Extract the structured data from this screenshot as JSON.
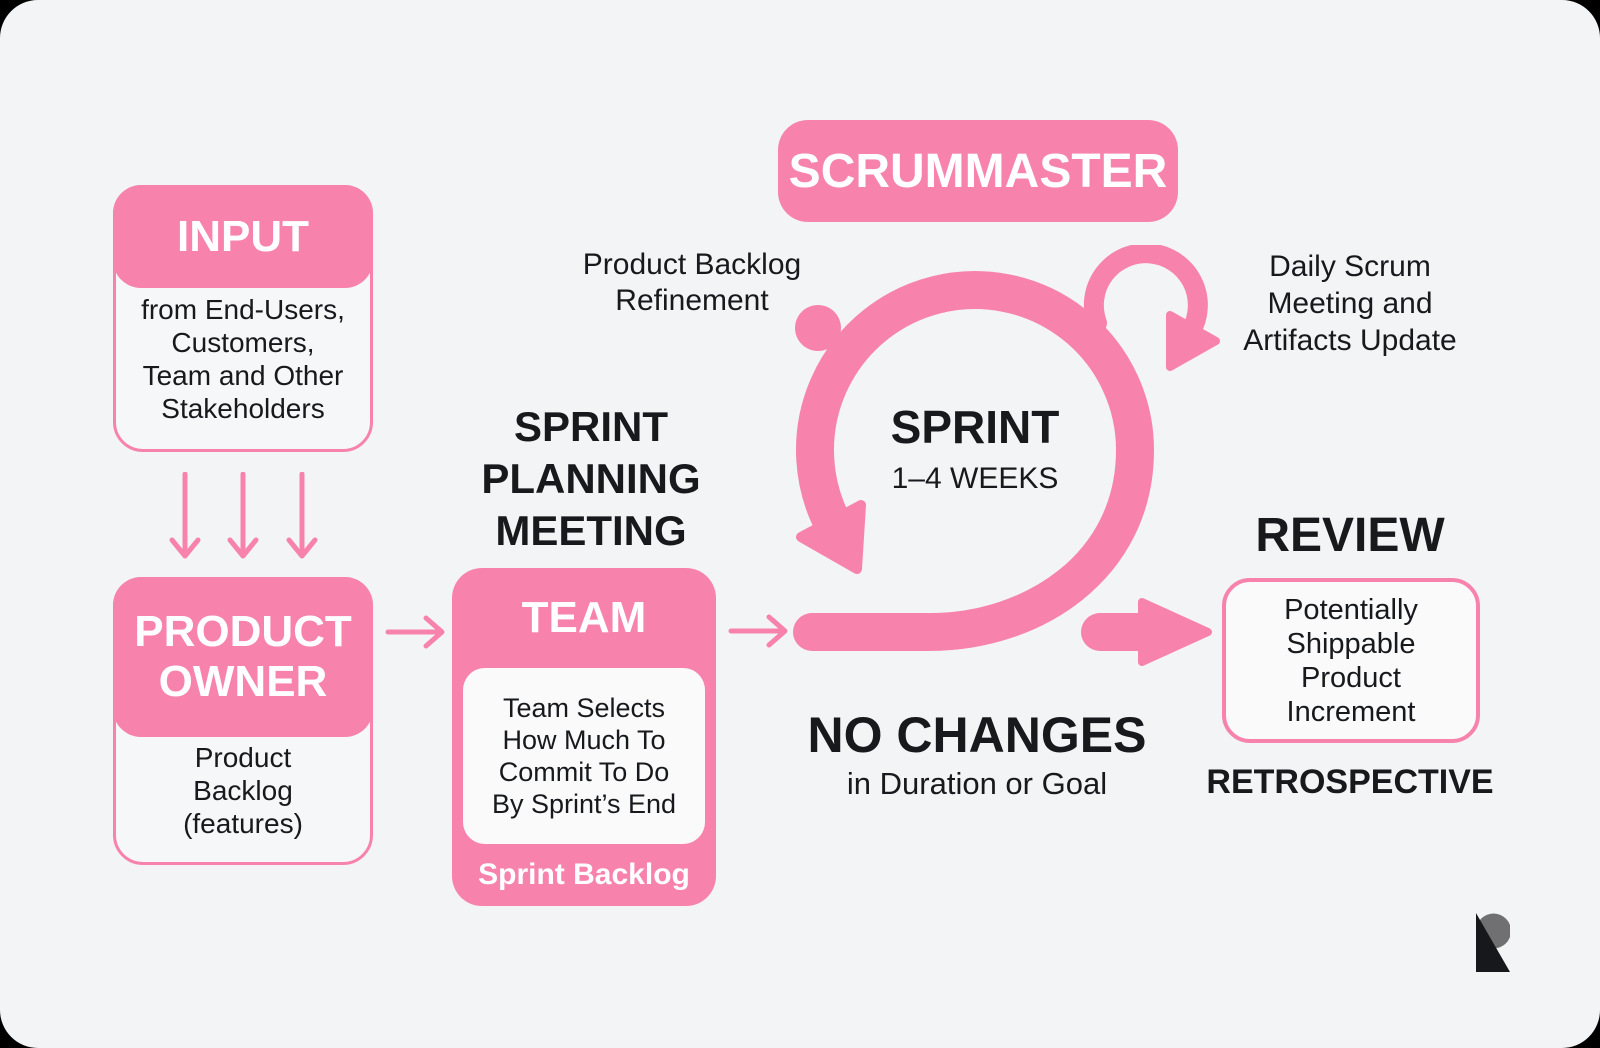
{
  "palette": {
    "accent_pink": "#f783ad",
    "background": "#f3f4f6",
    "text": "#17191c"
  },
  "input_box": {
    "title": "INPUT",
    "body": "from End-Users,\nCustomers,\nTeam and Other\nStakeholders"
  },
  "product_owner_box": {
    "title": "PRODUCT\nOWNER",
    "body": "Product\nBacklog\n(features)"
  },
  "sprint_planning_label": "SPRINT\nPLANNING\nMEETING",
  "team_box": {
    "title": "TEAM",
    "body": "Team Selects\nHow Much To\nCommit To Do\nBy Sprint’s End",
    "footer": "Sprint Backlog"
  },
  "scrummaster_banner": "SCRUMMASTER",
  "sprint_loop": {
    "refinement_label": "Product Backlog\nRefinement",
    "daily_label": "Daily Scrum\nMeeting and\nArtifacts Update",
    "title": "SPRINT",
    "subtitle": "1–4 WEEKS",
    "no_changes_title": "NO CHANGES",
    "no_changes_subtitle": "in Duration or Goal"
  },
  "review": {
    "title": "REVIEW",
    "box_body": "Potentially\nShippable\nProduct\nIncrement",
    "retrospective": "RETROSPECTIVE"
  },
  "icons": {
    "sprint_loop": "sprint-cycle-arrow",
    "daily_loop": "daily-scrum-loop-arrow",
    "logo": "r-mark-logo"
  }
}
